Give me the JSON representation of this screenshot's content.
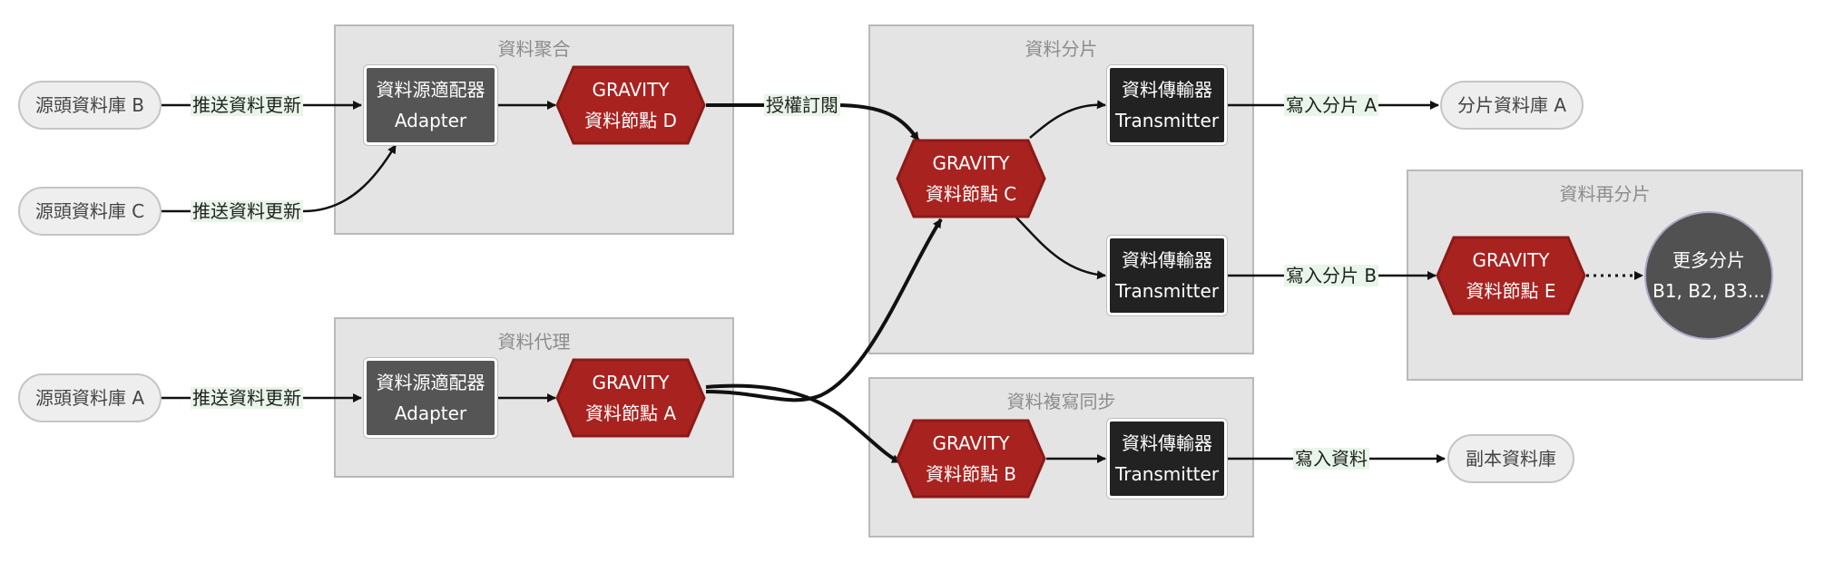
{
  "clusters": {
    "aggregation": "資料聚合",
    "sharding": "資料分片",
    "resharding": "資料再分片",
    "proxy": "資料代理",
    "replication": "資料複寫同步"
  },
  "nodes": {
    "source_b": "源頭資料庫 B",
    "source_c": "源頭資料庫 C",
    "source_a": "源頭資料庫 A",
    "adapter_agg": {
      "line1": "資料源適配器",
      "line2": "Adapter"
    },
    "adapter_proxy": {
      "line1": "資料源適配器",
      "line2": "Adapter"
    },
    "gravity_d": {
      "line1": "GRAVITY",
      "line2": "資料節點 D"
    },
    "gravity_a": {
      "line1": "GRAVITY",
      "line2": "資料節點 A"
    },
    "gravity_c": {
      "line1": "GRAVITY",
      "line2": "資料節點 C"
    },
    "gravity_b": {
      "line1": "GRAVITY",
      "line2": "資料節點 B"
    },
    "gravity_e": {
      "line1": "GRAVITY",
      "line2": "資料節點 E"
    },
    "transmitter_1": {
      "line1": "資料傳輸器",
      "line2": "Transmitter"
    },
    "transmitter_2": {
      "line1": "資料傳輸器",
      "line2": "Transmitter"
    },
    "transmitter_3": {
      "line1": "資料傳輸器",
      "line2": "Transmitter"
    },
    "shard_db_a": "分片資料庫 A",
    "replica_db": "副本資料庫",
    "more_shards": {
      "line1": "更多分片",
      "line2": "B1, B2, B3..."
    }
  },
  "edge_labels": {
    "push_b": "推送資料更新",
    "push_c": "推送資料更新",
    "push_a": "推送資料更新",
    "subscribe": "授權訂閱",
    "write_shard_a": "寫入分片 A",
    "write_shard_b": "寫入分片 B",
    "write_data": "寫入資料"
  },
  "colors": {
    "gravity_fill": "#a82320",
    "gravity_border": "#8c1a17",
    "adapter_fill": "#555555",
    "transmitter_fill": "#222222",
    "cluster_fill": "#e4e4e4",
    "label_bg": "#e8f5e8"
  }
}
